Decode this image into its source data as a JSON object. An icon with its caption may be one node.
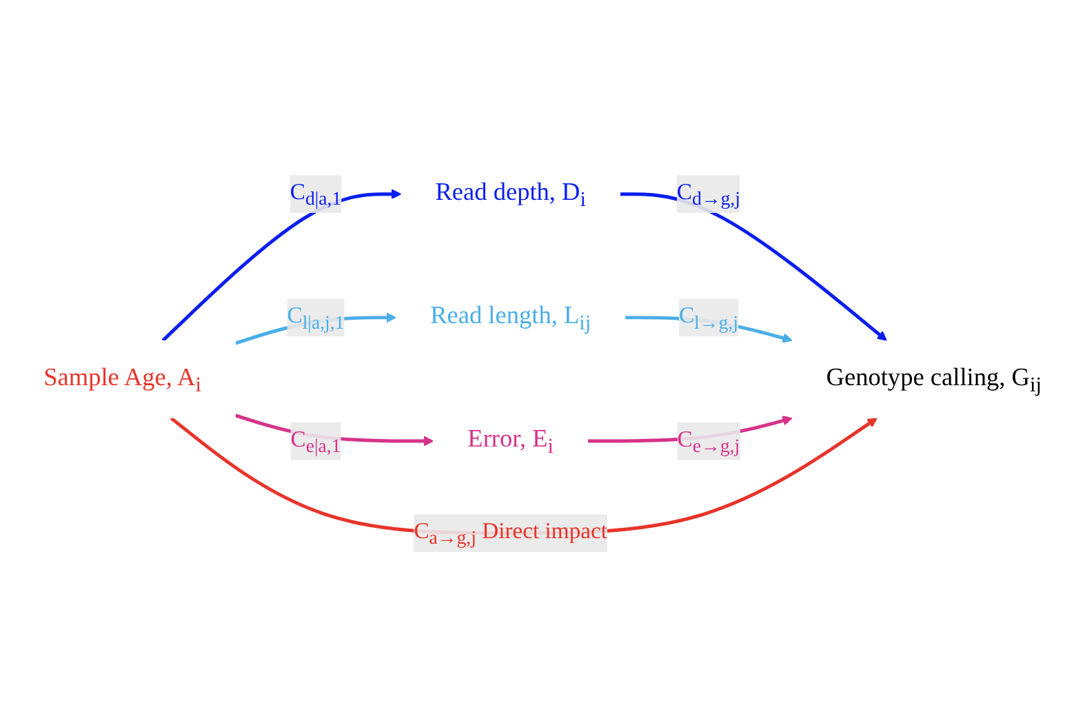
{
  "diagram": {
    "nodes": [
      {
        "text": [
          "Sample Age, A$_{i}$"
        ]
      },
      {
        "text": [
          "Read depth, D$_{i}$"
        ]
      },
      {
        "text": [
          "Read length, L$_{ij}$"
        ]
      },
      {
        "text": [
          "Error, E$_{i}$"
        ]
      },
      {
        "text": [
          "Genotype calling, G$_{ij}$"
        ]
      }
    ],
    "edges": [
      {
        "from": 0,
        "to": 1,
        "arrow": "to",
        "label": "C$_{d|a,1}$",
        "color": "#0a1ef0"
      },
      {
        "from": 0,
        "to": 2,
        "arrow": "to",
        "label": "C$_{l|a,j,1}$",
        "color": "#4aaee8"
      },
      {
        "from": 0,
        "to": 3,
        "arrow": "to",
        "label": "C$_{e|a,1}$",
        "color": "#d6338a"
      },
      {
        "from": 1,
        "to": 4,
        "arrow": "to",
        "label": "C$_{d→g,j}$",
        "color": "#0a1ef0"
      },
      {
        "from": 2,
        "to": 4,
        "arrow": "to",
        "label": "C$_{l→g,j}$",
        "color": "#4aaee8"
      },
      {
        "from": 3,
        "to": 4,
        "arrow": "to",
        "label": "C$_{e→g,j}$",
        "color": "#d6338a"
      },
      {
        "from": 0,
        "to": 4,
        "arrow": "to",
        "label": "C$_{a→g,j}$ Direct impact",
        "color": "#e8342a"
      }
    ]
  }
}
